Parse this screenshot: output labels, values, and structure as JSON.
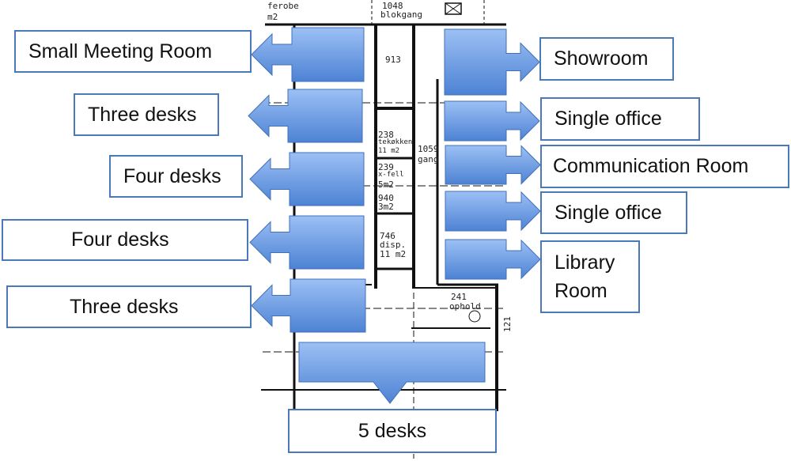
{
  "colors": {
    "block_top": "#9cc0f4",
    "block_bottom": "#4d82d4",
    "block_border": "#3f70b9",
    "label_border": "#4a78b8"
  },
  "left_labels": [
    "Small Meeting Room",
    "Three desks",
    "Four desks",
    "Four desks",
    "Three desks"
  ],
  "right_labels": [
    "Showroom",
    "Single office",
    "Communication Room",
    "Single office",
    "Library Room"
  ],
  "bottom_label": "5 desks",
  "plan_text": {
    "garderobe": "ferobe",
    "garderobe_area": "m2",
    "corridor_num": "1048",
    "corridor": "blokgang",
    "r913": "913",
    "r238": "238",
    "r238_name": "tekøkken",
    "r238_area": "11 m2",
    "r1059": "1059",
    "r1059_name": "gang",
    "r239": "239",
    "r239_name": "x-fell",
    "r239_area": "5m2",
    "r940": "940",
    "r940_area": "3m2",
    "r746": "746",
    "r746_name": "disp.",
    "r746_area": "11 m2",
    "r241": "241",
    "r241_name": "ophold",
    "r121": "121"
  }
}
